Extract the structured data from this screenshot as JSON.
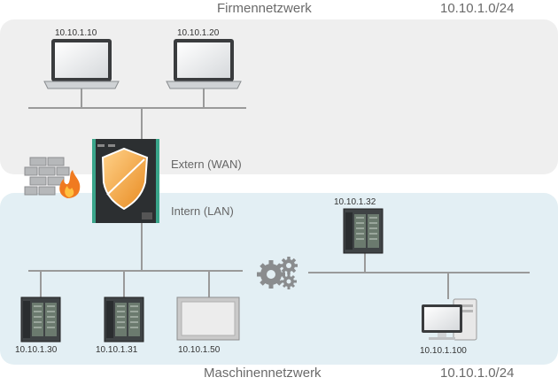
{
  "top_zone": {
    "title": "Firmennetzwerk",
    "subnet": "10.10.1.0/24"
  },
  "bottom_zone": {
    "title": "Maschinennetzwerk",
    "subnet": "10.10.1.0/24"
  },
  "firewall": {
    "wan_label": "Extern (WAN)",
    "lan_label": "Intern (LAN)"
  },
  "devices": {
    "laptop_1": "10.10.1.10",
    "laptop_2": "10.10.1.20",
    "plc_top": "10.10.1.32",
    "plc_1": "10.10.1.30",
    "plc_2": "10.10.1.31",
    "panel": "10.10.1.50",
    "pc": "10.10.1.100"
  },
  "colors": {
    "top_zone_bg": "#efefef",
    "bottom_zone_bg": "#e3eff4",
    "line": "#9a9a9a",
    "shield": "#f0a040"
  }
}
